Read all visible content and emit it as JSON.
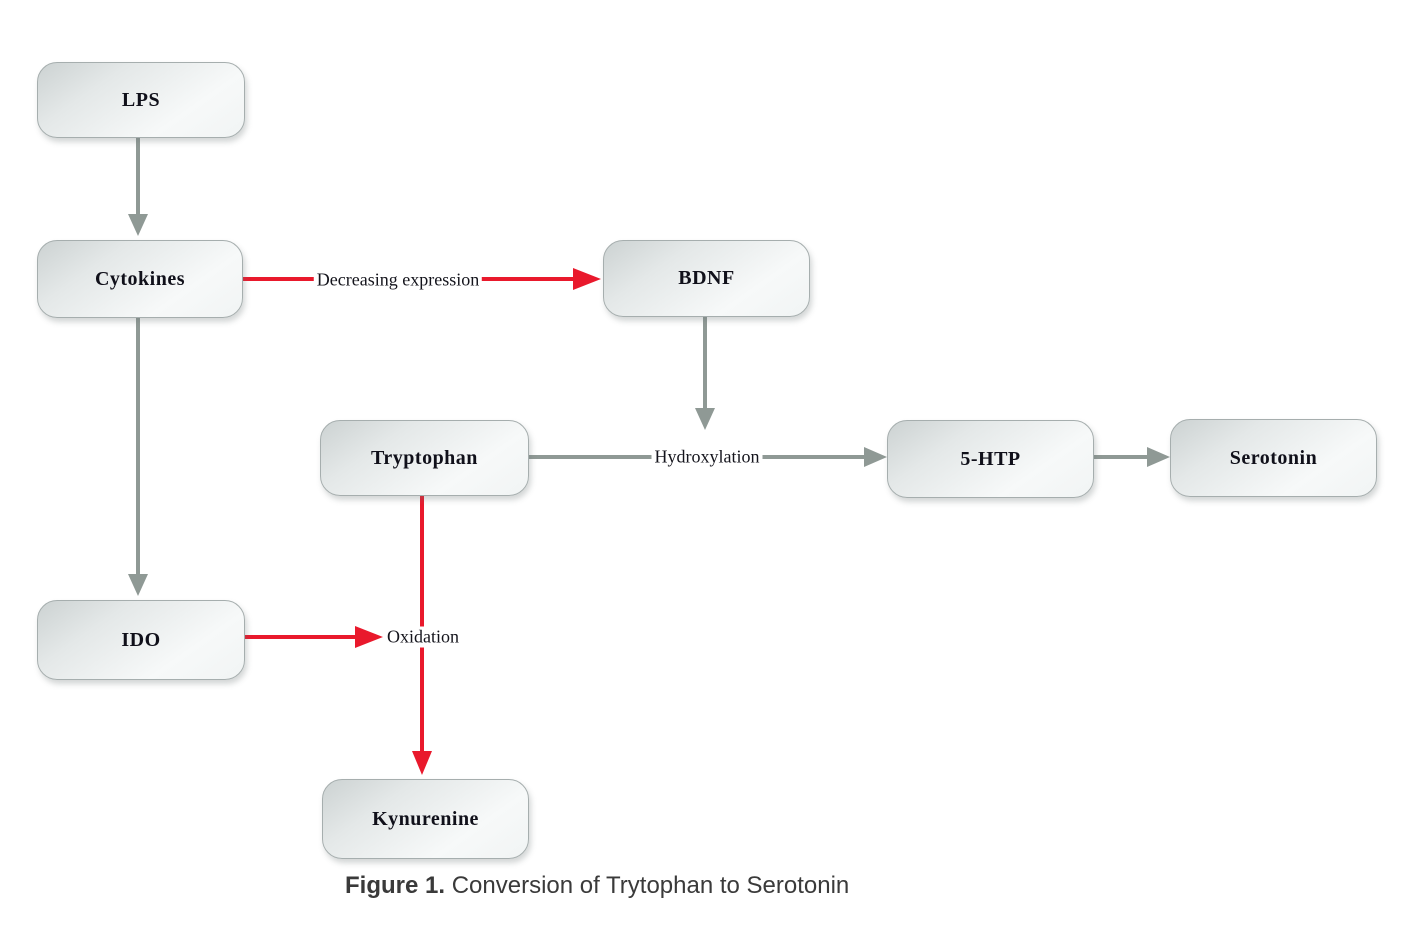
{
  "figure": {
    "caption_bold": "Figure 1.",
    "caption_rest": " Conversion of Trytophan to Serotonin"
  },
  "nodes": {
    "lps": {
      "label": "LPS"
    },
    "cytokines": {
      "label": "Cytokines"
    },
    "bdnf": {
      "label": "BDNF"
    },
    "tryptophan": {
      "label": "Tryptophan"
    },
    "htp5": {
      "label": "5-HTP"
    },
    "serotonin": {
      "label": "Serotonin"
    },
    "ido": {
      "label": "IDO"
    },
    "kynurenine": {
      "label": "Kynurenine"
    }
  },
  "edges": {
    "lps_to_cytokines": {
      "from": "LPS",
      "to": "Cytokines",
      "color": "gray",
      "label": ""
    },
    "cytokines_to_bdnf": {
      "from": "Cytokines",
      "to": "BDNF",
      "color": "red",
      "label": "Decreasing expression"
    },
    "cytokines_to_ido": {
      "from": "Cytokines",
      "to": "IDO",
      "color": "gray",
      "label": ""
    },
    "bdnf_to_hydroxylation": {
      "from": "BDNF",
      "to": "Tryptophan-5-HTP reaction",
      "color": "gray",
      "label": ""
    },
    "tryptophan_to_5htp": {
      "from": "Tryptophan",
      "to": "5-HTP",
      "color": "gray",
      "label": "Hydroxylation"
    },
    "htp5_to_serotonin": {
      "from": "5-HTP",
      "to": "Serotonin",
      "color": "gray",
      "label": ""
    },
    "ido_to_oxidation": {
      "from": "IDO",
      "to": "Tryptophan-Kynurenine reaction",
      "color": "red",
      "label": "Oxidation"
    },
    "tryptophan_to_kynurenine": {
      "from": "Tryptophan",
      "to": "Kynurenine",
      "color": "red",
      "label": ""
    }
  },
  "colors": {
    "inhibit_red": "#E9192C",
    "arrow_gray": "#8F9995"
  }
}
